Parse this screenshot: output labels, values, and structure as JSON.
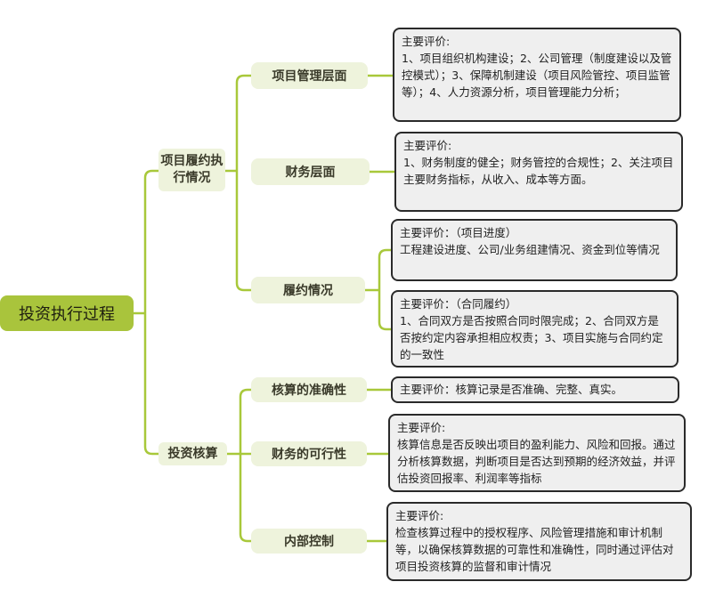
{
  "root": "投资执行过程",
  "colors": {
    "line": "#a8c83a",
    "root_fill": "#a9c43c",
    "node_fill": "#eef3dc",
    "box_fill": "#efefef"
  },
  "branches": [
    {
      "label": "项目履约执行情况",
      "children": [
        {
          "label": "项目管理层面",
          "notes": [
            {
              "title": "主要评价:",
              "body": "1、项目组织机构建设；2、公司管理（制度建设以及管控模式）；3、保障机制建设（项目风险管控、项目监管等）；4、人力资源分析，项目管理能力分析；"
            }
          ]
        },
        {
          "label": "财务层面",
          "notes": [
            {
              "title": "主要评价:",
              "body": "1、财务制度的健全；财务管控的合规性；2、关注项目主要财务指标，从收入、成本等方面。"
            }
          ]
        },
        {
          "label": "履约情况",
          "notes": [
            {
              "title": "主要评价：（项目进度）",
              "body": "工程建设进度、公司/业务组建情况、资金到位等情况"
            },
            {
              "title": "主要评价：（合同履约）",
              "body": "1、合同双方是否按照合同时限完成；2、合同双方是否按约定内容承担相应权责；3、项目实施与合同约定的一致性"
            }
          ]
        }
      ]
    },
    {
      "label": "投资核算",
      "children": [
        {
          "label": "核算的准确性",
          "notes": [
            {
              "title": "主要评价：核算记录是否准确、完整、真实。",
              "body": ""
            }
          ]
        },
        {
          "label": "财务的可行性",
          "notes": [
            {
              "title": "主要评价:",
              "body": "核算信息是否反映出项目的盈利能力、风险和回报。通过分析核算数据，判断项目是否达到预期的经济效益，并评估投资回报率、利润率等指标"
            }
          ]
        },
        {
          "label": "内部控制",
          "notes": [
            {
              "title": "主要评价:",
              "body": "检查核算过程中的授权程序、风险管理措施和审计机制等，以确保核算数据的可靠性和准确性，同时通过评估对项目投资核算的监督和审计情况"
            }
          ]
        }
      ]
    }
  ]
}
